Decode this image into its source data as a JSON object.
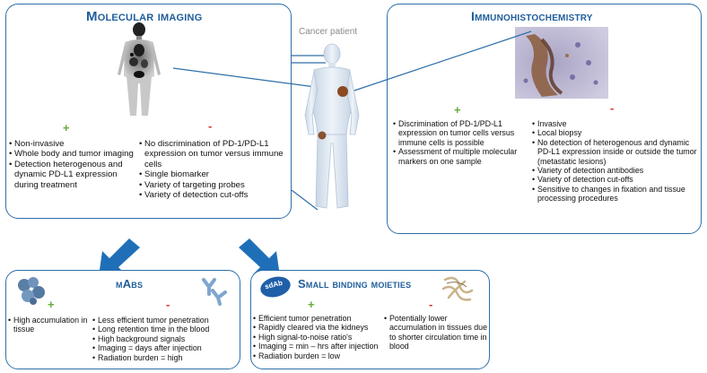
{
  "molecular_imaging": {
    "title": "Molecular imaging",
    "plus_symbol": "+",
    "minus_symbol": "-",
    "pros": [
      "Non-invasive",
      "Whole body and tumor imaging",
      "Detection heterogenous and dynamic PD-L1 expression during treatment"
    ],
    "cons": [
      "No discrimination of PD-1/PD-L1 expression on tumor versus immune cells",
      "Single biomarker",
      "Variety of targeting probes",
      "Variety of detection cut-offs"
    ]
  },
  "center": {
    "label": "Cancer patient"
  },
  "immunohistochemistry": {
    "title": "Immunohistochemistry",
    "plus_symbol": "+",
    "minus_symbol": "-",
    "pros": [
      "Discrimination of PD-1/PD-L1 expression on tumor cells versus immune cells is possible",
      "Assessment of multiple molecular markers on one sample"
    ],
    "cons": [
      "Invasive",
      "Local biopsy",
      "No detection of heterogenous and dynamic PD-L1 expression inside or outside the tumor (metastatic lesions)",
      "Variety of detection antibodies",
      "Variety of detection cut-offs",
      "Sensitive to changes in fixation and tissue processing procedures"
    ]
  },
  "mabs": {
    "title": "mAbs",
    "plus_symbol": "+",
    "minus_symbol": "-",
    "pros": [
      "High accumulation in tissue"
    ],
    "cons": [
      "Less efficient tumor penetration",
      "Long retention time in the blood",
      "High background signals",
      "Imaging = days after injection",
      "Radiation burden = high"
    ]
  },
  "small_binding": {
    "title": "Small binding moieties",
    "badge": "sdAb",
    "plus_symbol": "+",
    "minus_symbol": "-",
    "pros": [
      "Efficient tumor penetration",
      "Rapidly cleared via the kidneys",
      "High signal-to-noise ratio's",
      "Imaging = min – hrs after injection",
      "Radiation burden = low"
    ],
    "cons": [
      "Potentially lower accumulation in tissues due to shorter circulation time in blood"
    ]
  },
  "colors": {
    "border": "#2f6fa8",
    "title": "#1f5d9a",
    "plus": "#6aaa3a",
    "minus": "#d9342b",
    "arrow": "#1f6fb8"
  }
}
